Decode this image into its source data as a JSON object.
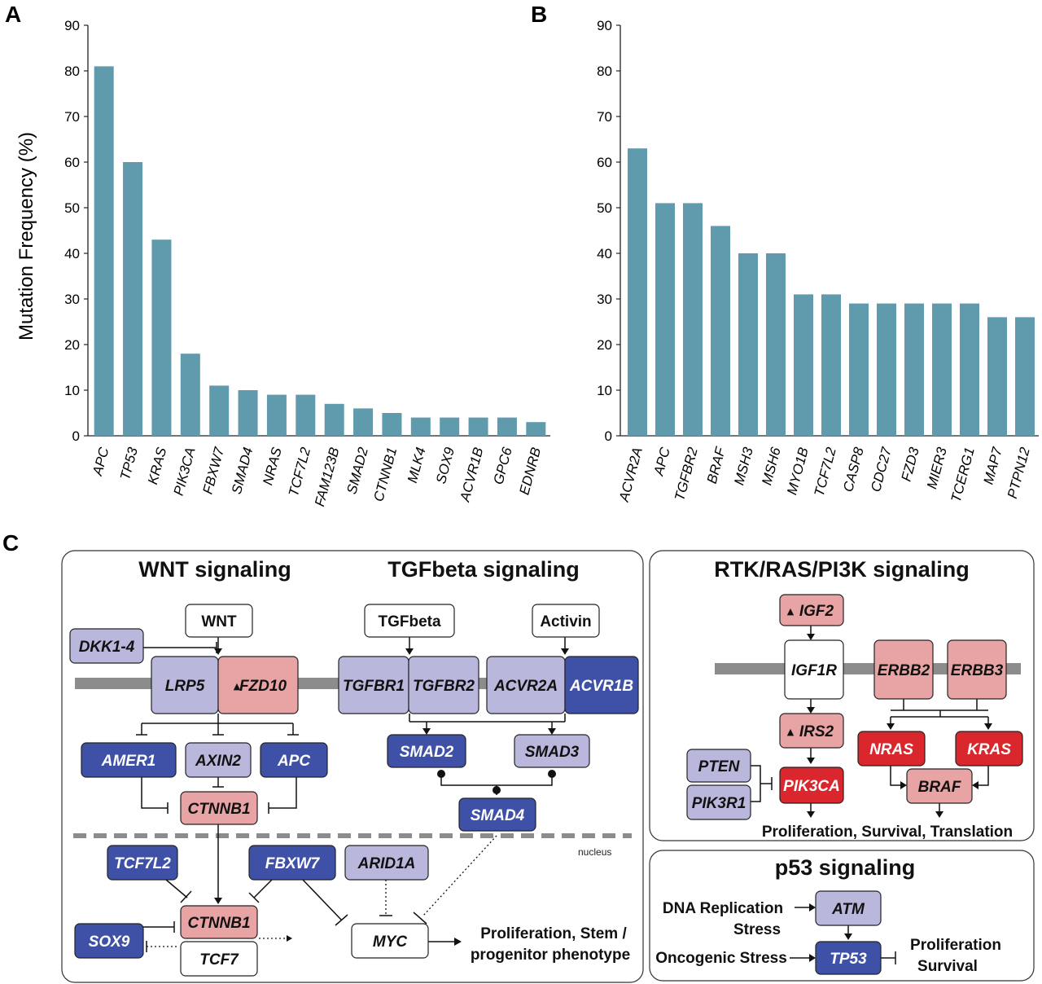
{
  "panel_labels": {
    "a": "A",
    "b": "B",
    "c": "C"
  },
  "chart_data": [
    {
      "type": "bar",
      "panel": "A",
      "ylabel": "Mutation Frequency (%)",
      "ylim": [
        0,
        90
      ],
      "yticks": [
        0,
        10,
        20,
        30,
        40,
        50,
        60,
        70,
        80,
        90
      ],
      "categories": [
        "APC",
        "TP53",
        "KRAS",
        "PIK3CA",
        "FBXW7",
        "SMAD4",
        "NRAS",
        "TCF7L2",
        "FAM123B",
        "SMAD2",
        "CTNNB1",
        "MLK4",
        "SOX9",
        "ACVR1B",
        "GPC6",
        "EDNRB"
      ],
      "values": [
        81,
        60,
        43,
        18,
        11,
        10,
        9,
        9,
        7,
        6,
        5,
        4,
        4,
        4,
        4,
        3
      ],
      "color": "#5f9bad"
    },
    {
      "type": "bar",
      "panel": "B",
      "ylim": [
        0,
        90
      ],
      "yticks": [
        0,
        10,
        20,
        30,
        40,
        50,
        60,
        70,
        80,
        90
      ],
      "categories": [
        "ACVR2A",
        "APC",
        "TGFBR2",
        "BRAF",
        "MSH3",
        "MSH6",
        "MYO1B",
        "TCF7L2",
        "CASP8",
        "CDC27",
        "FZD3",
        "MIER3",
        "TCERG1",
        "MAP7",
        "PTPN12"
      ],
      "values": [
        63,
        51,
        51,
        46,
        40,
        40,
        31,
        31,
        29,
        29,
        29,
        29,
        29,
        26,
        26
      ],
      "color": "#5f9bad"
    }
  ],
  "colors": {
    "blue": "#3f51a6",
    "lavender": "#b9b8dc",
    "pink": "#e8a4a4",
    "red": "#d9272d",
    "white": "#ffffff",
    "membrane": "#8c8c8c"
  },
  "diagram": {
    "titles": {
      "wnt": "WNT signaling",
      "tgf": "TGFbeta signaling",
      "rtk": "RTK/RAS/PI3K signaling",
      "p53": "p53 signaling"
    },
    "nucleus_label": "nucleus",
    "boxes": {
      "wnt": "WNT",
      "dkk": "DKK1-4",
      "lrp5": "LRP5",
      "fzd10": "FZD10",
      "amer1": "AMER1",
      "axin2": "AXIN2",
      "apc": "APC",
      "ctnnb1_top": "CTNNB1",
      "tcf7l2": "TCF7L2",
      "fbxw7": "FBXW7",
      "arid1a": "ARID1A",
      "sox9": "SOX9",
      "ctnnb1_bot": "CTNNB1",
      "tcf7": "TCF7",
      "myc": "MYC",
      "tgfbeta": "TGFbeta",
      "activin": "Activin",
      "tgfbr1": "TGFBR1",
      "tgfbr2": "TGFBR2",
      "acvr2a": "ACVR2A",
      "acvr1b": "ACVR1B",
      "smad2": "SMAD2",
      "smad3": "SMAD3",
      "smad4": "SMAD4",
      "igf2": "IGF2",
      "igf1r": "IGF1R",
      "irs2": "IRS2",
      "erbb2": "ERBB2",
      "erbb3": "ERBB3",
      "nras": "NRAS",
      "kras": "KRAS",
      "braf": "BRAF",
      "pten": "PTEN",
      "pik3r1": "PIK3R1",
      "pik3ca": "PIK3CA",
      "atm": "ATM",
      "tp53": "TP53"
    },
    "texts": {
      "wnt_out_1": "Proliferation, Stem /",
      "wnt_out_2": "progenitor phenotype",
      "rtk_out": "Proliferation, Survival, Translation",
      "dna_rep_1": "DNA Replication",
      "dna_rep_2": "Stress",
      "onco": "Oncogenic Stress",
      "p53_out_1": "Proliferation",
      "p53_out_2": "Survival"
    },
    "amplified_marker": "▲"
  }
}
